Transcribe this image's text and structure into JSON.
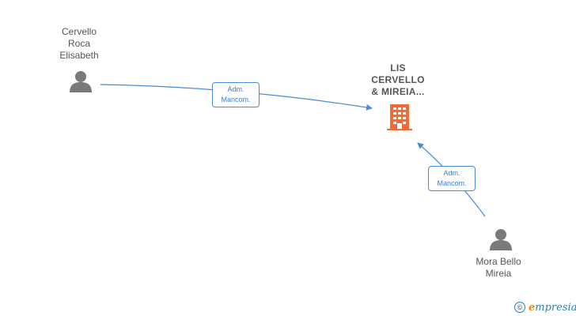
{
  "nodes": {
    "person_1": {
      "lines": [
        "Cervello",
        "Roca",
        "Elisabeth"
      ]
    },
    "company": {
      "lines": [
        "LIS",
        "CERVELLO",
        "& MIREIA..."
      ]
    },
    "person_2": {
      "lines": [
        "Mora Bello",
        "Mireia"
      ]
    }
  },
  "edges": [
    {
      "from": "person_1",
      "to": "company",
      "lines": [
        "Adm.",
        "Mancom."
      ]
    },
    {
      "from": "person_2",
      "to": "company",
      "lines": [
        "Adm.",
        "Mancom."
      ]
    }
  ],
  "colors": {
    "edge": "#4a8bd8",
    "person_icon": "#7a7a7a",
    "company_icon": "#f26b32",
    "label_text": "#555555"
  },
  "brand": {
    "copyright_symbol": "©",
    "first_letter": "e",
    "rest": "mpresia"
  }
}
